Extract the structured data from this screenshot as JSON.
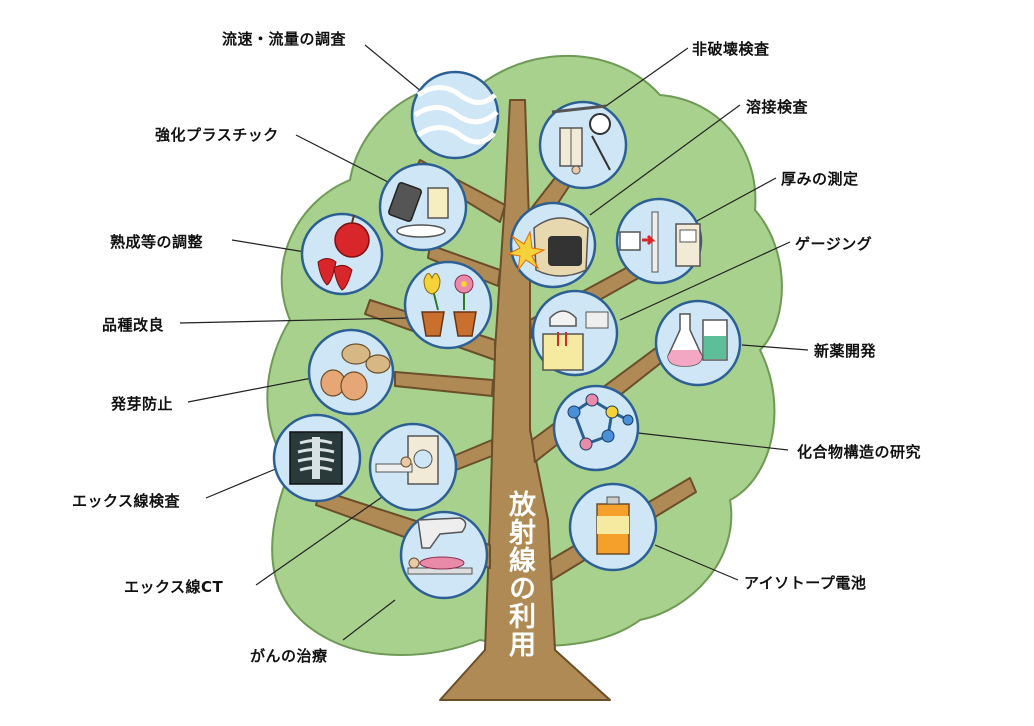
{
  "title": "放射線の利用",
  "labels": {
    "flow": "流速・流量の調査",
    "plastic": "強化プラスチック",
    "aging": "熟成等の調整",
    "breeding": "品種改良",
    "sprout": "発芽防止",
    "xray": "エックス線検査",
    "ct": "エックス線CT",
    "cancer": "がんの治療",
    "ndt": "非破壊検査",
    "weld": "溶接検査",
    "thickness": "厚みの測定",
    "gauging": "ゲージング",
    "drug": "新薬開発",
    "compound": "化合物構造の研究",
    "battery": "アイソトープ電池"
  },
  "colors": {
    "foliage": "#a9d18e",
    "trunk": "#b08a55",
    "circle_fill": "#cfe6f7",
    "circle_stroke": "#2c5f93"
  }
}
